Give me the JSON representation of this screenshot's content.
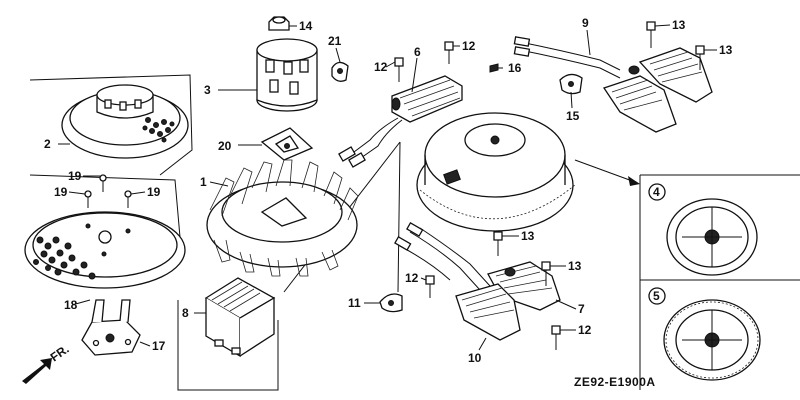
{
  "diagram_code": "ZE92-E1900A",
  "direction_label": "FR.",
  "inset_labels": [
    "4",
    "5"
  ],
  "callouts": {
    "c1": "1",
    "c2": "2",
    "c3": "3",
    "c4": "4",
    "c5": "5",
    "c6": "6",
    "c7": "7",
    "c8": "8",
    "c9": "9",
    "c10": "10",
    "c11": "11",
    "c12a": "12",
    "c12b": "12",
    "c12c": "12",
    "c12d": "12",
    "c13a": "13",
    "c13b": "13",
    "c13c": "13",
    "c13d": "13",
    "c14": "14",
    "c15": "15",
    "c16": "16",
    "c17": "17",
    "c18": "18",
    "c19a": "19",
    "c19b": "19",
    "c19c": "19",
    "c20": "20",
    "c21": "21"
  }
}
